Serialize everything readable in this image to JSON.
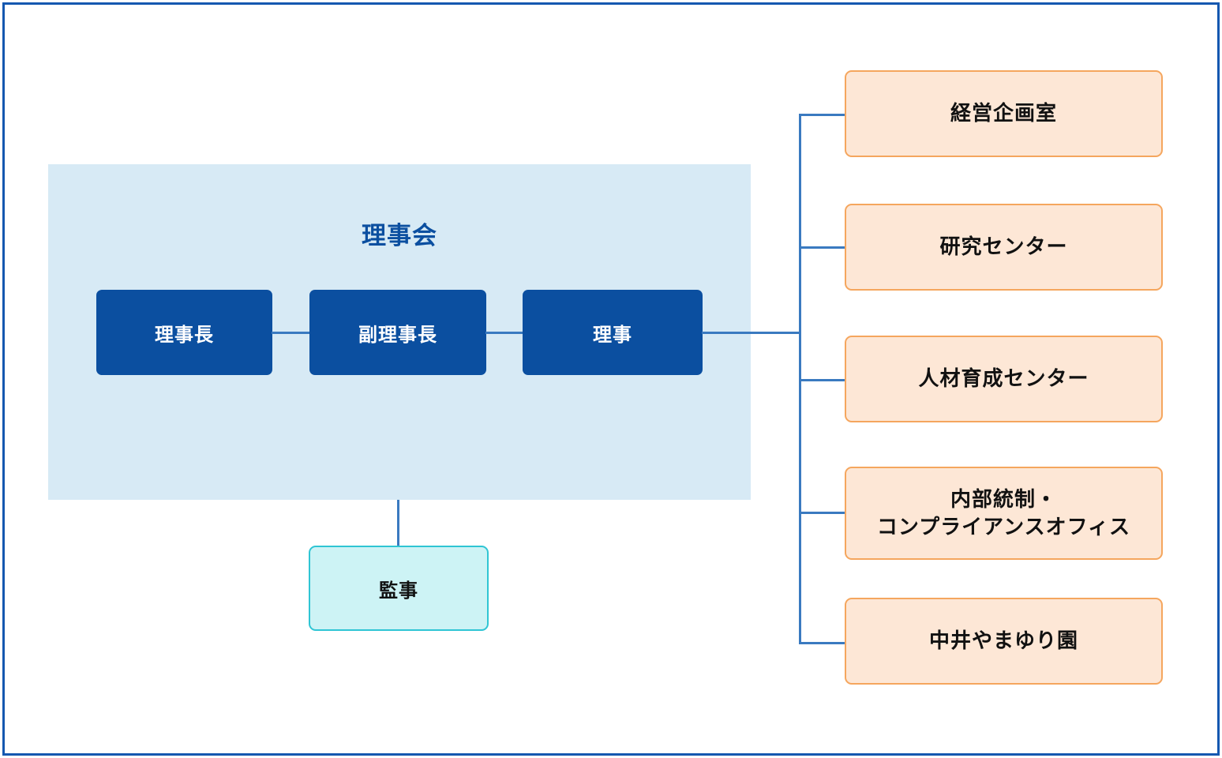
{
  "diagram": {
    "type": "organization-chart",
    "frame_color": "#1558B0",
    "background": "#FFFFFF"
  },
  "board": {
    "title": "理事会",
    "panel_color": "#D7EAF5",
    "title_color": "#0B4FA0",
    "officers": [
      {
        "label": "理事長"
      },
      {
        "label": "副理事長"
      },
      {
        "label": "理事"
      }
    ],
    "officer_box_color": "#0B4FA0",
    "officer_text_color": "#FFFFFF"
  },
  "auditor": {
    "label": "監事",
    "box_color": "#CDF3F5",
    "border_color": "#2FC5D4"
  },
  "departments": {
    "box_color": "#FDE7D6",
    "border_color": "#F5A65E",
    "items": [
      {
        "line1": "経営企画室",
        "line2": ""
      },
      {
        "line1": "研究センター",
        "line2": ""
      },
      {
        "line1": "人材育成センター",
        "line2": ""
      },
      {
        "line1": "内部統制・",
        "line2": "コンプライアンスオフィス"
      },
      {
        "line1": "中井やまゆり園",
        "line2": ""
      }
    ]
  },
  "connectors": {
    "color": "#3A7AC0"
  }
}
